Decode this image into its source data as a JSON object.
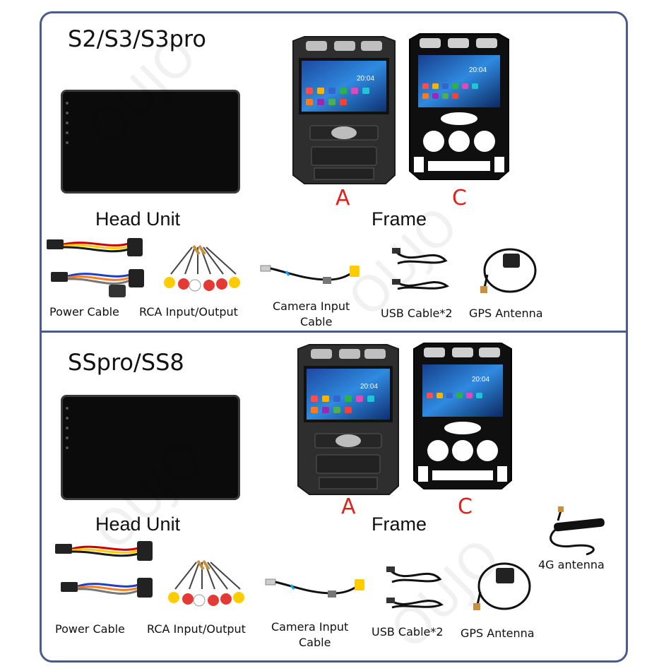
{
  "watermark": "OUJO",
  "sections": [
    {
      "title": "S2/S3/S3pro",
      "head_unit_label": "Head Unit",
      "frame_label": "Frame",
      "frames": [
        "A",
        "C"
      ],
      "screen_time": "20:04",
      "accessories": {
        "power": "Power Cable",
        "rca": "RCA Input/Output",
        "camera_line1": "Camera Input",
        "camera_line2": "Cable",
        "usb": "USB Cable*2",
        "gps": "GPS Antenna"
      }
    },
    {
      "title": "SSpro/SS8",
      "head_unit_label": "Head Unit",
      "frame_label": "Frame",
      "frames": [
        "A",
        "C"
      ],
      "screen_time": "20:04",
      "accessories": {
        "power": "Power Cable",
        "rca": "RCA Input/Output",
        "camera_line1": "Camera Input",
        "camera_line2": "Cable",
        "usb": "USB Cable*2",
        "gps": "GPS Antenna",
        "antenna_4g": "4G antenna"
      }
    }
  ]
}
